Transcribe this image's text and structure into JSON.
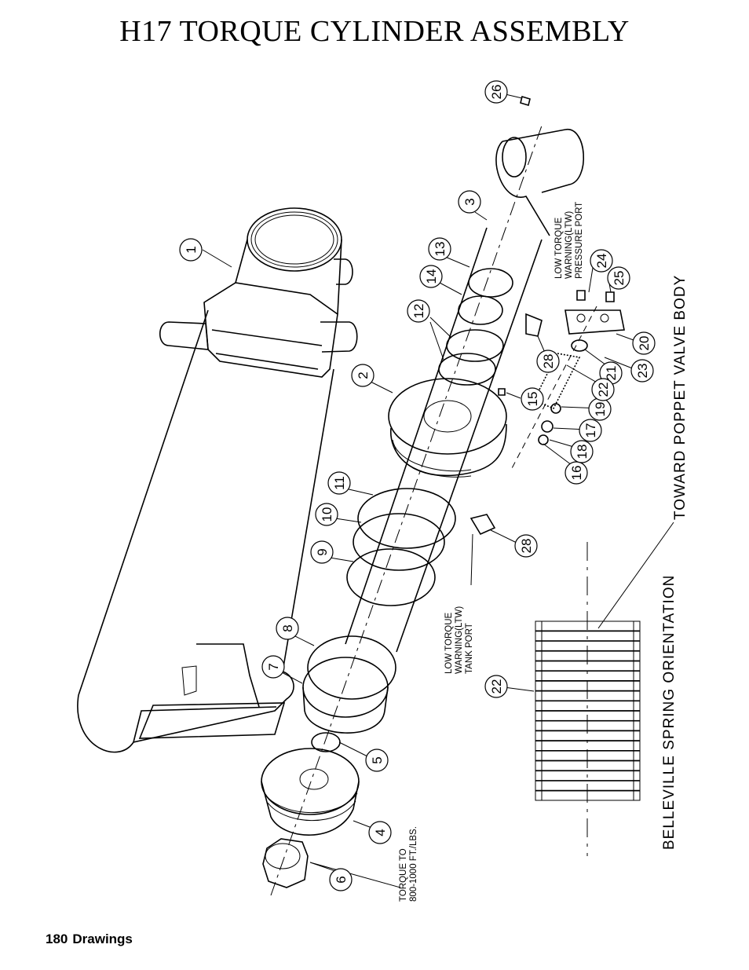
{
  "title": "H17 TORQUE CYLINDER ASSEMBLY",
  "footer": {
    "page_number": "180",
    "section": "Drawings"
  },
  "labels": {
    "ltw_pressure": [
      "LOW TORQUE",
      "WARNING(LTW)",
      "PRESSURE PORT"
    ],
    "ltw_tank": [
      "LOW TORQUE",
      "WARNING(LTW)",
      "TANK PORT"
    ],
    "torque_note": [
      "TORQUE TO",
      "800-1000 FT./LBS."
    ],
    "poppet": "TOWARD POPPET VALVE BODY",
    "belleville": "BELLEVILLE SPRING ORIENTATION"
  },
  "callouts": [
    {
      "id": "c1",
      "n": "1"
    },
    {
      "id": "c2",
      "n": "2"
    },
    {
      "id": "c3",
      "n": "3"
    },
    {
      "id": "c4",
      "n": "4"
    },
    {
      "id": "c5",
      "n": "5"
    },
    {
      "id": "c6",
      "n": "6"
    },
    {
      "id": "c7",
      "n": "7"
    },
    {
      "id": "c8",
      "n": "8"
    },
    {
      "id": "c9",
      "n": "9"
    },
    {
      "id": "c10",
      "n": "10"
    },
    {
      "id": "c11",
      "n": "11"
    },
    {
      "id": "c12",
      "n": "12"
    },
    {
      "id": "c13",
      "n": "13"
    },
    {
      "id": "c14",
      "n": "14"
    },
    {
      "id": "c15",
      "n": "15"
    },
    {
      "id": "c16",
      "n": "16"
    },
    {
      "id": "c17",
      "n": "17"
    },
    {
      "id": "c18",
      "n": "18"
    },
    {
      "id": "c19",
      "n": "19"
    },
    {
      "id": "c20",
      "n": "20"
    },
    {
      "id": "c21",
      "n": "21"
    },
    {
      "id": "c22a",
      "n": "22"
    },
    {
      "id": "c22b",
      "n": "22"
    },
    {
      "id": "c23",
      "n": "23"
    },
    {
      "id": "c24",
      "n": "24"
    },
    {
      "id": "c25",
      "n": "25"
    },
    {
      "id": "c26",
      "n": "26"
    },
    {
      "id": "c28a",
      "n": "28"
    },
    {
      "id": "c28b",
      "n": "28"
    }
  ]
}
